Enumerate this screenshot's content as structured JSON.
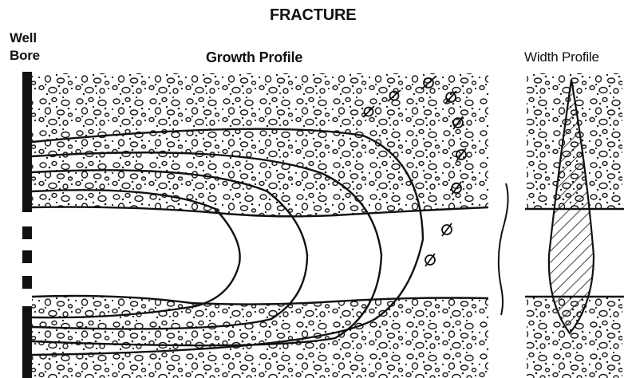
{
  "title": "FRACTURE",
  "well_bore": {
    "line1": "Well",
    "line2": "Bore"
  },
  "growth_profile": "Growth Profile",
  "width_profile": "Width Profile",
  "fracture_fronts_count": 4
}
